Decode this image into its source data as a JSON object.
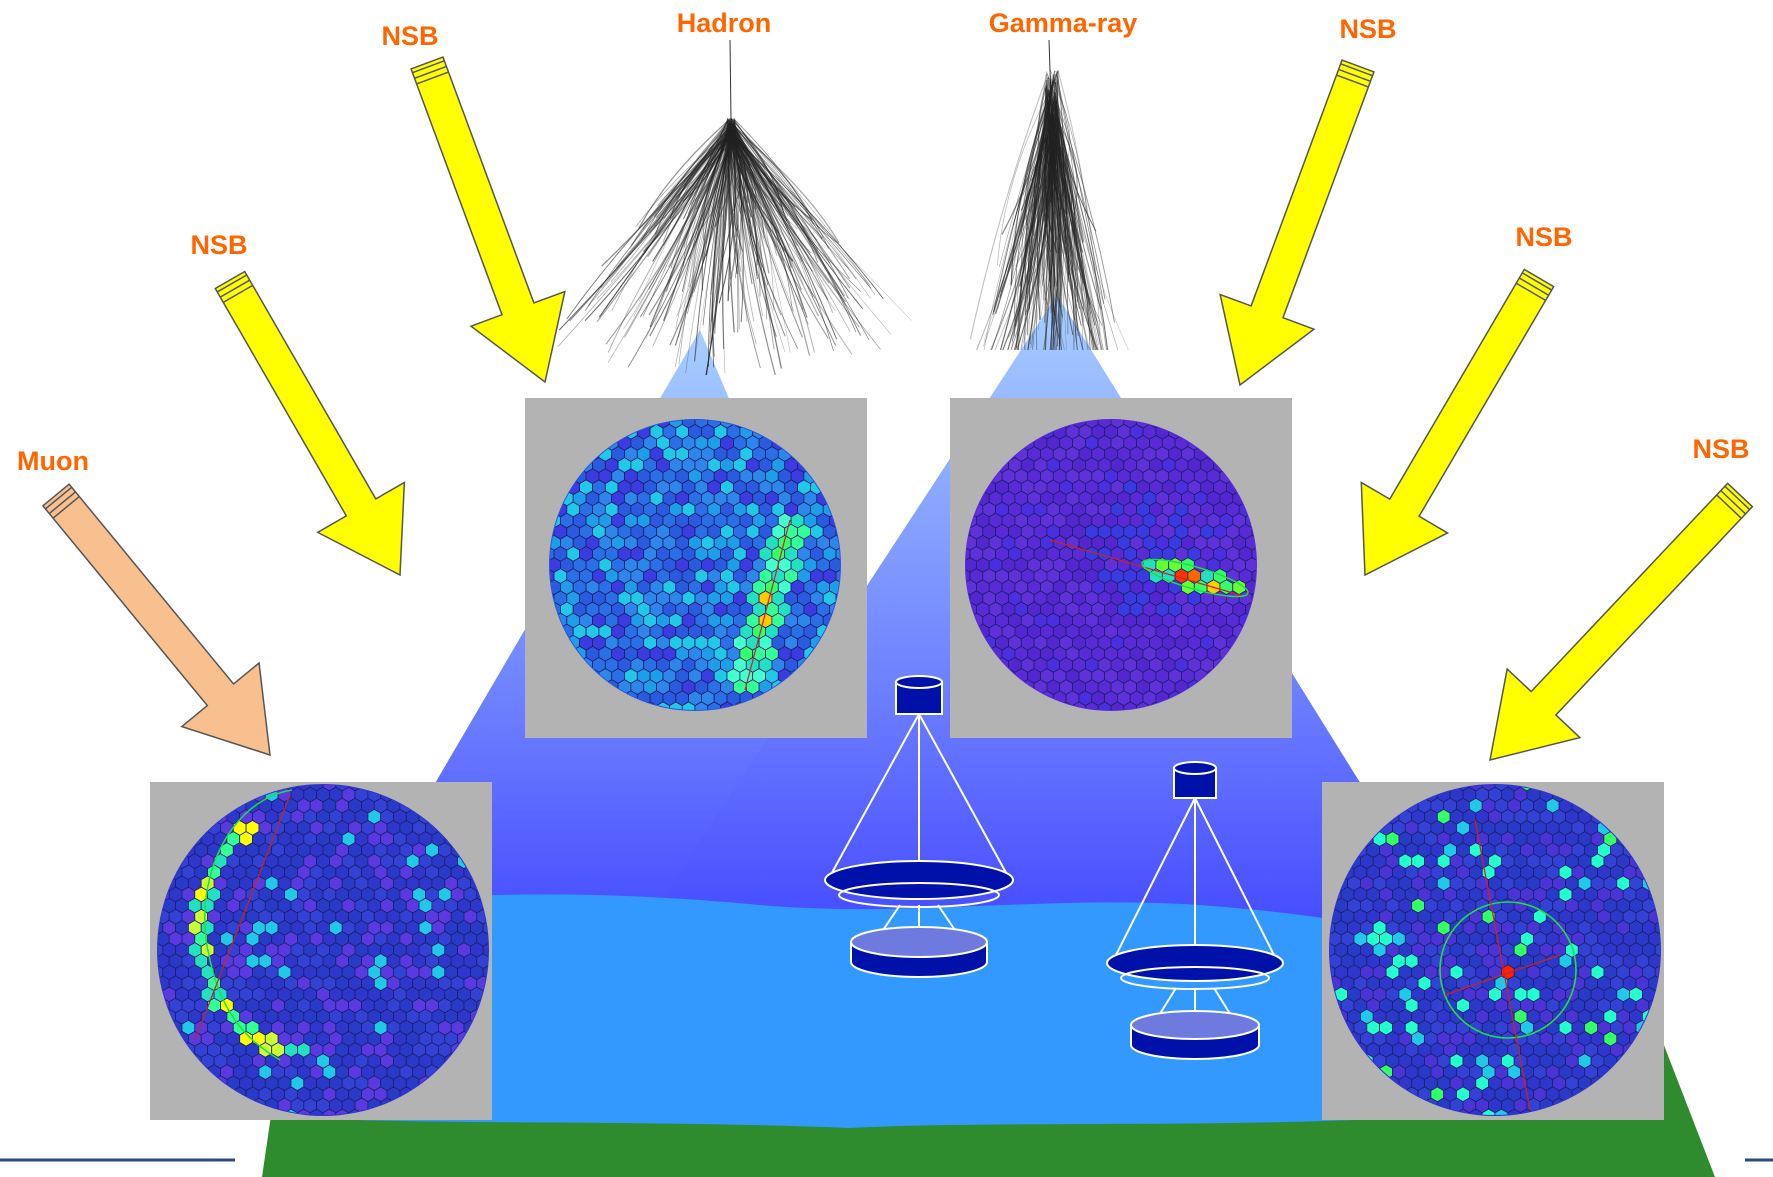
{
  "labels": {
    "hadron": "Hadron",
    "gamma": "Gamma-ray",
    "muon": "Muon",
    "nsb_1": "NSB",
    "nsb_2": "NSB",
    "nsb_3": "NSB",
    "nsb_4": "NSB",
    "nsb_5": "NSB"
  },
  "colors": {
    "label_text": "#ff6600",
    "nsb_arrow": "#ffff00",
    "muon_arrow": "#f9c08f",
    "ground": "#2e8b2e",
    "pool": "#3399ff",
    "light_cone_top": "#a8cfff",
    "light_cone_bottom": "#3333ff",
    "telescope": "#0011aa",
    "camera_frame": "#b3b3b3",
    "camera_bg": "#3344dd",
    "footer_line": "#2d4a7a"
  },
  "icons": {
    "hadron_shower": "shower-particle-tracks-icon",
    "gamma_shower": "shower-particle-tracks-icon",
    "telescope": "cherenkov-telescope-icon",
    "camera": "hexagonal-pixel-camera-icon"
  }
}
